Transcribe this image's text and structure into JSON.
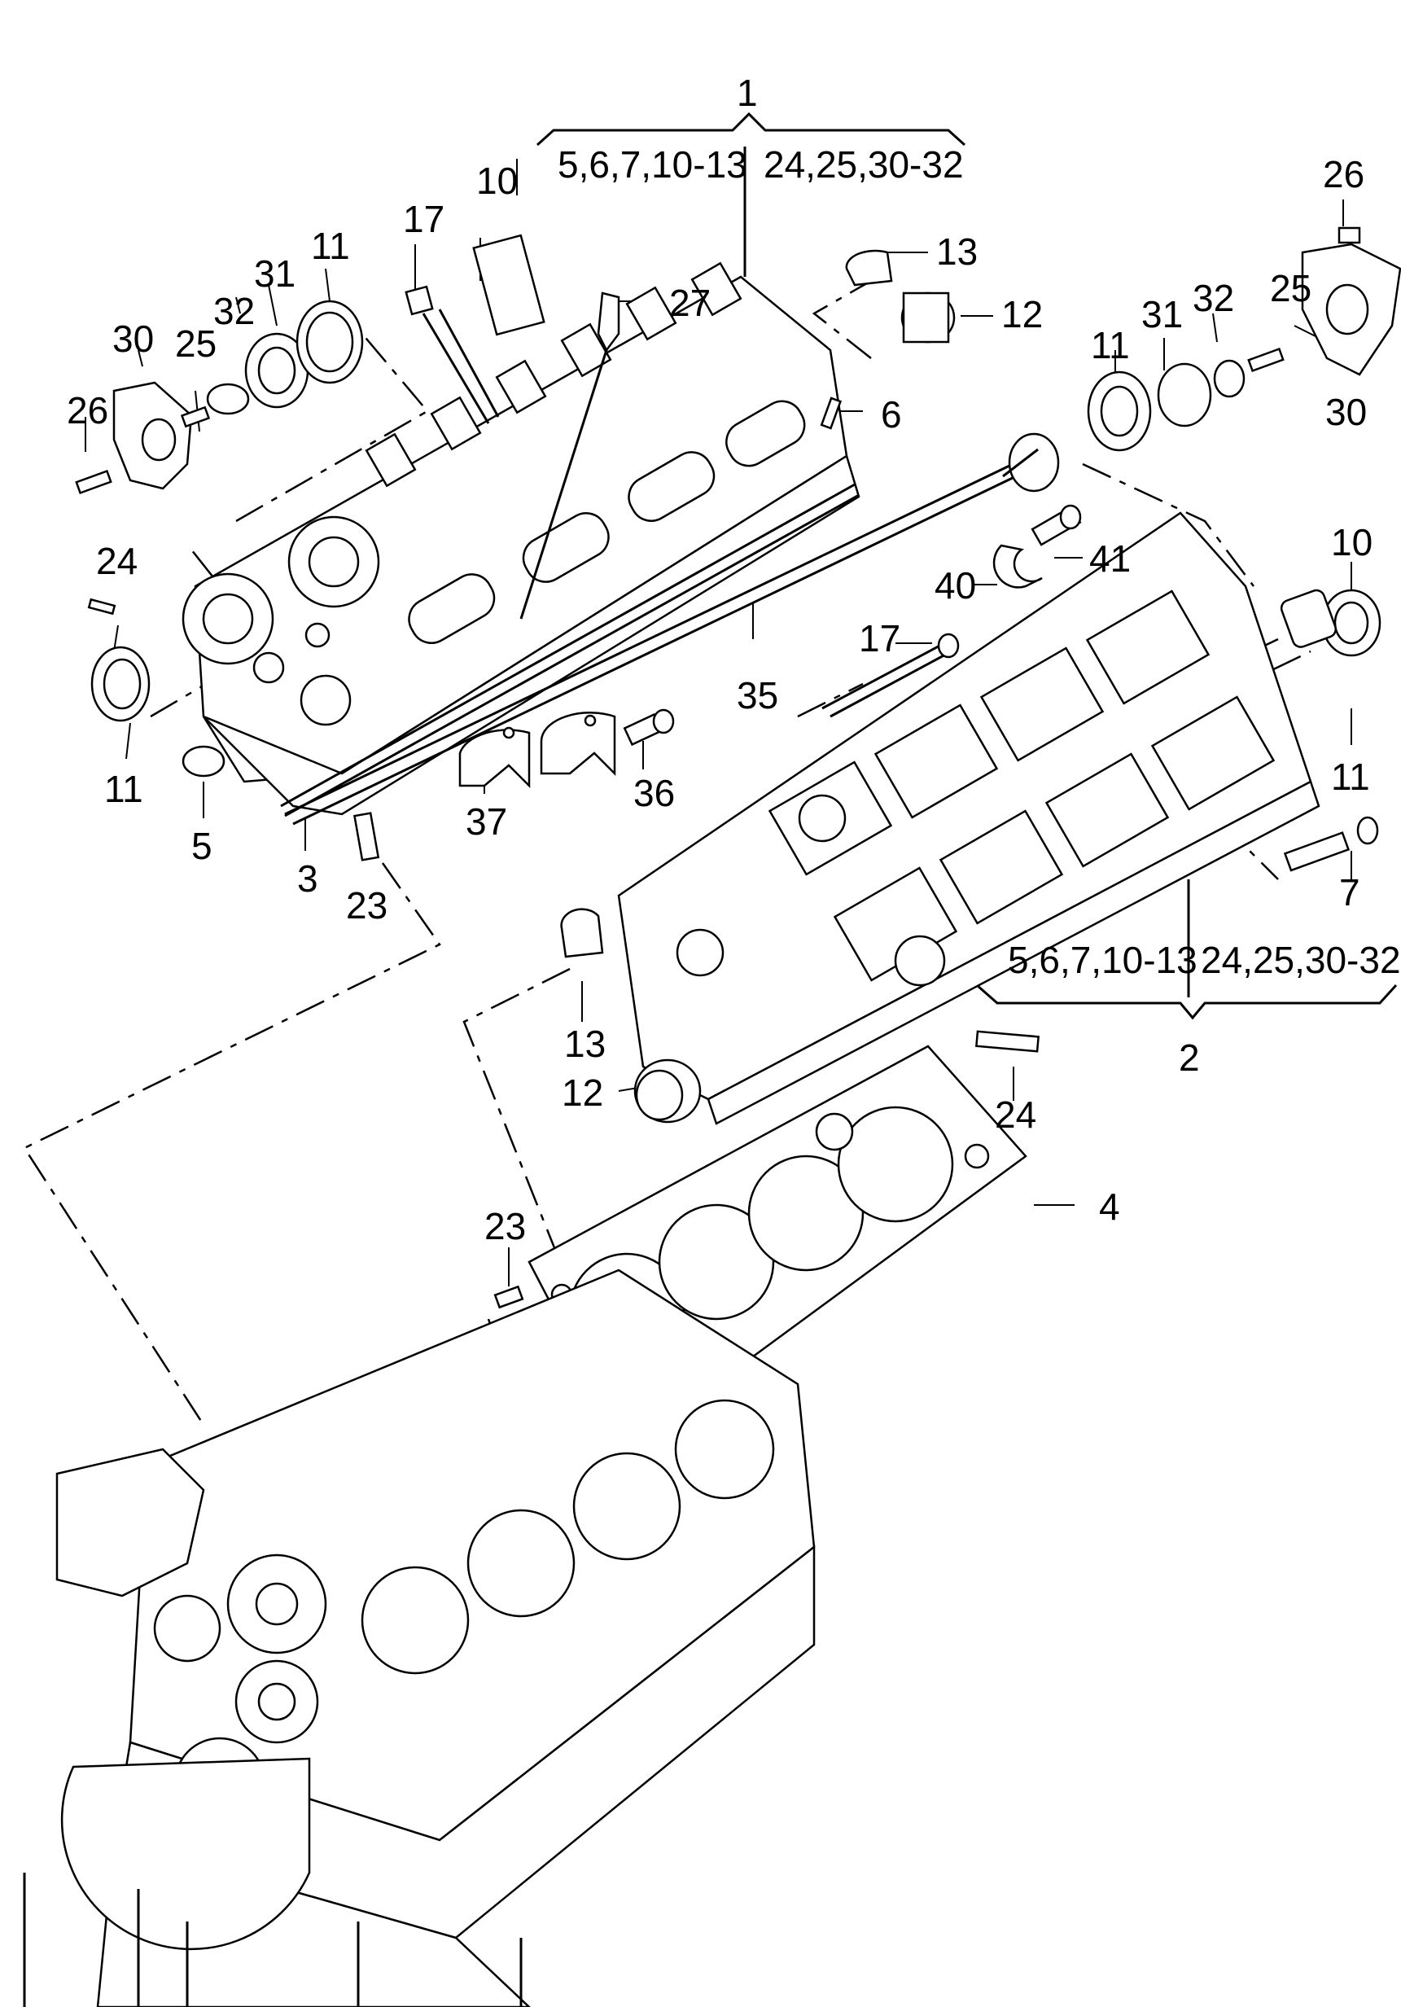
{
  "callouts": [
    {
      "id": "c1",
      "label": "1"
    },
    {
      "id": "c1a",
      "label": "5,6,7,10-13"
    },
    {
      "id": "c1b",
      "label": "24,25,30-32"
    },
    {
      "id": "c2",
      "label": "2"
    },
    {
      "id": "c2a",
      "label": "5,6,7,10-13"
    },
    {
      "id": "c2b",
      "label": "24,25,30-32"
    },
    {
      "id": "c3",
      "label": "3"
    },
    {
      "id": "c4",
      "label": "4"
    },
    {
      "id": "c5",
      "label": "5"
    },
    {
      "id": "c6",
      "label": "6"
    },
    {
      "id": "c7",
      "label": "7"
    },
    {
      "id": "c10a",
      "label": "10"
    },
    {
      "id": "c10b",
      "label": "10"
    },
    {
      "id": "c11a",
      "label": "11"
    },
    {
      "id": "c11b",
      "label": "11"
    },
    {
      "id": "c11c",
      "label": "11"
    },
    {
      "id": "c11d",
      "label": "11"
    },
    {
      "id": "c12a",
      "label": "12"
    },
    {
      "id": "c12b",
      "label": "12"
    },
    {
      "id": "c13a",
      "label": "13"
    },
    {
      "id": "c13b",
      "label": "13"
    },
    {
      "id": "c17a",
      "label": "17"
    },
    {
      "id": "c17b",
      "label": "17"
    },
    {
      "id": "c23a",
      "label": "23"
    },
    {
      "id": "c23b",
      "label": "23"
    },
    {
      "id": "c24a",
      "label": "24"
    },
    {
      "id": "c24b",
      "label": "24"
    },
    {
      "id": "c25a",
      "label": "25"
    },
    {
      "id": "c25b",
      "label": "25"
    },
    {
      "id": "c26a",
      "label": "26"
    },
    {
      "id": "c26b",
      "label": "26"
    },
    {
      "id": "c27",
      "label": "27"
    },
    {
      "id": "c30a",
      "label": "30"
    },
    {
      "id": "c30b",
      "label": "30"
    },
    {
      "id": "c31a",
      "label": "31"
    },
    {
      "id": "c31b",
      "label": "31"
    },
    {
      "id": "c32a",
      "label": "32"
    },
    {
      "id": "c32b",
      "label": "32"
    },
    {
      "id": "c35",
      "label": "35"
    },
    {
      "id": "c36",
      "label": "36"
    },
    {
      "id": "c37",
      "label": "37"
    },
    {
      "id": "c40",
      "label": "40"
    },
    {
      "id": "c41",
      "label": "41"
    }
  ]
}
